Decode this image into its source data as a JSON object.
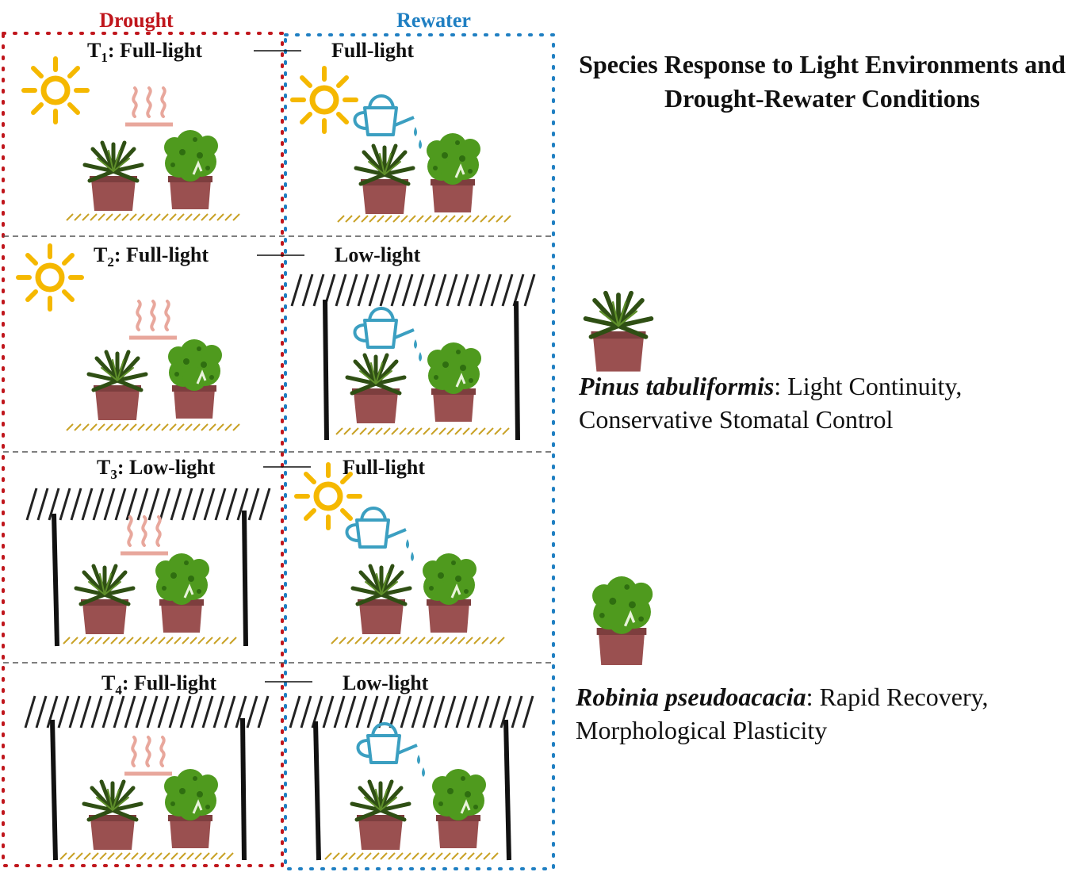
{
  "columns": {
    "drought": "Drought",
    "rewater": "Rewater"
  },
  "treatments": [
    {
      "id": "T",
      "sub": "1",
      "drought_light": "Full-light",
      "rewater_light": "Full-light"
    },
    {
      "id": "T",
      "sub": "2",
      "drought_light": "Full-light",
      "rewater_light": "Low-light"
    },
    {
      "id": "T",
      "sub": "3",
      "drought_light": "Low-light",
      "rewater_light": "Full-light"
    },
    {
      "id": "T",
      "sub": "4",
      "drought_light": "Full-light",
      "rewater_light": "Low-light"
    }
  ],
  "title": "Species Response to Light Environments and Drought-Rewater Conditions",
  "species": [
    {
      "name": "Pinus tabuliformis",
      "desc": ": Light Continuity, Conservative Stomatal Control"
    },
    {
      "name": "Robinia pseudoacacia",
      "desc": ": Rapid Recovery, Morphological Plasticity"
    }
  ],
  "colors": {
    "drought": "#c0161c",
    "rewater": "#1f7fc2",
    "sun": "#f5b800",
    "heat": "#e8a79c",
    "pot": "#9a5050",
    "ground": "#c9a227",
    "can": "#3b9fc1",
    "pine": "#2f4f14",
    "robinia": "#4f9a1e"
  }
}
